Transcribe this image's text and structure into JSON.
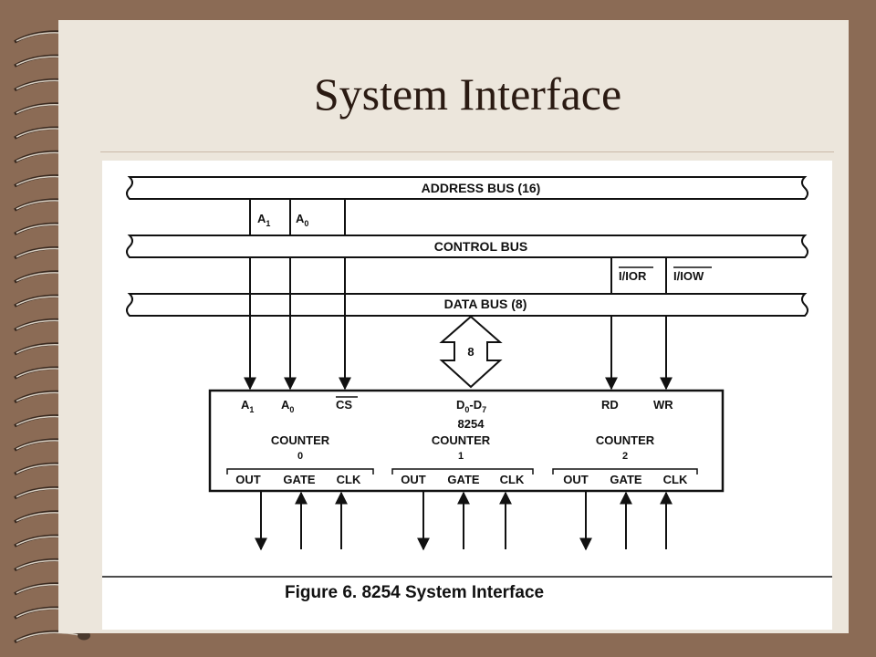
{
  "slide": {
    "title": "System Interface",
    "caption": "Figure 6. 8254 System Interface"
  },
  "diagram": {
    "buses": {
      "address": "ADDRESS BUS (16)",
      "control": "CONTROL BUS",
      "data": "DATA BUS (8)"
    },
    "address_lines": {
      "a1": "A",
      "a1_sub": "1",
      "a0": "A",
      "a0_sub": "0"
    },
    "control_lines": {
      "ior": "IOR",
      "ior_prefix": "I/",
      "iow": "IOW",
      "iow_prefix": "I/"
    },
    "data_width": "8",
    "chip": {
      "name": "8254",
      "pins": {
        "a1": "A",
        "a1_sub": "1",
        "a0": "A",
        "a0_sub": "0",
        "cs": "CS",
        "data": "D",
        "data_sub0": "0",
        "data_dash": "-D",
        "data_sub7": "7",
        "rd": "RD",
        "wr": "WR"
      },
      "counters": [
        {
          "label": "COUNTER",
          "index": "0",
          "out": "OUT",
          "gate": "GATE",
          "clk": "CLK"
        },
        {
          "label": "COUNTER",
          "index": "1",
          "out": "OUT",
          "gate": "GATE",
          "clk": "CLK"
        },
        {
          "label": "COUNTER",
          "index": "2",
          "out": "OUT",
          "gate": "GATE",
          "clk": "CLK"
        }
      ]
    }
  }
}
